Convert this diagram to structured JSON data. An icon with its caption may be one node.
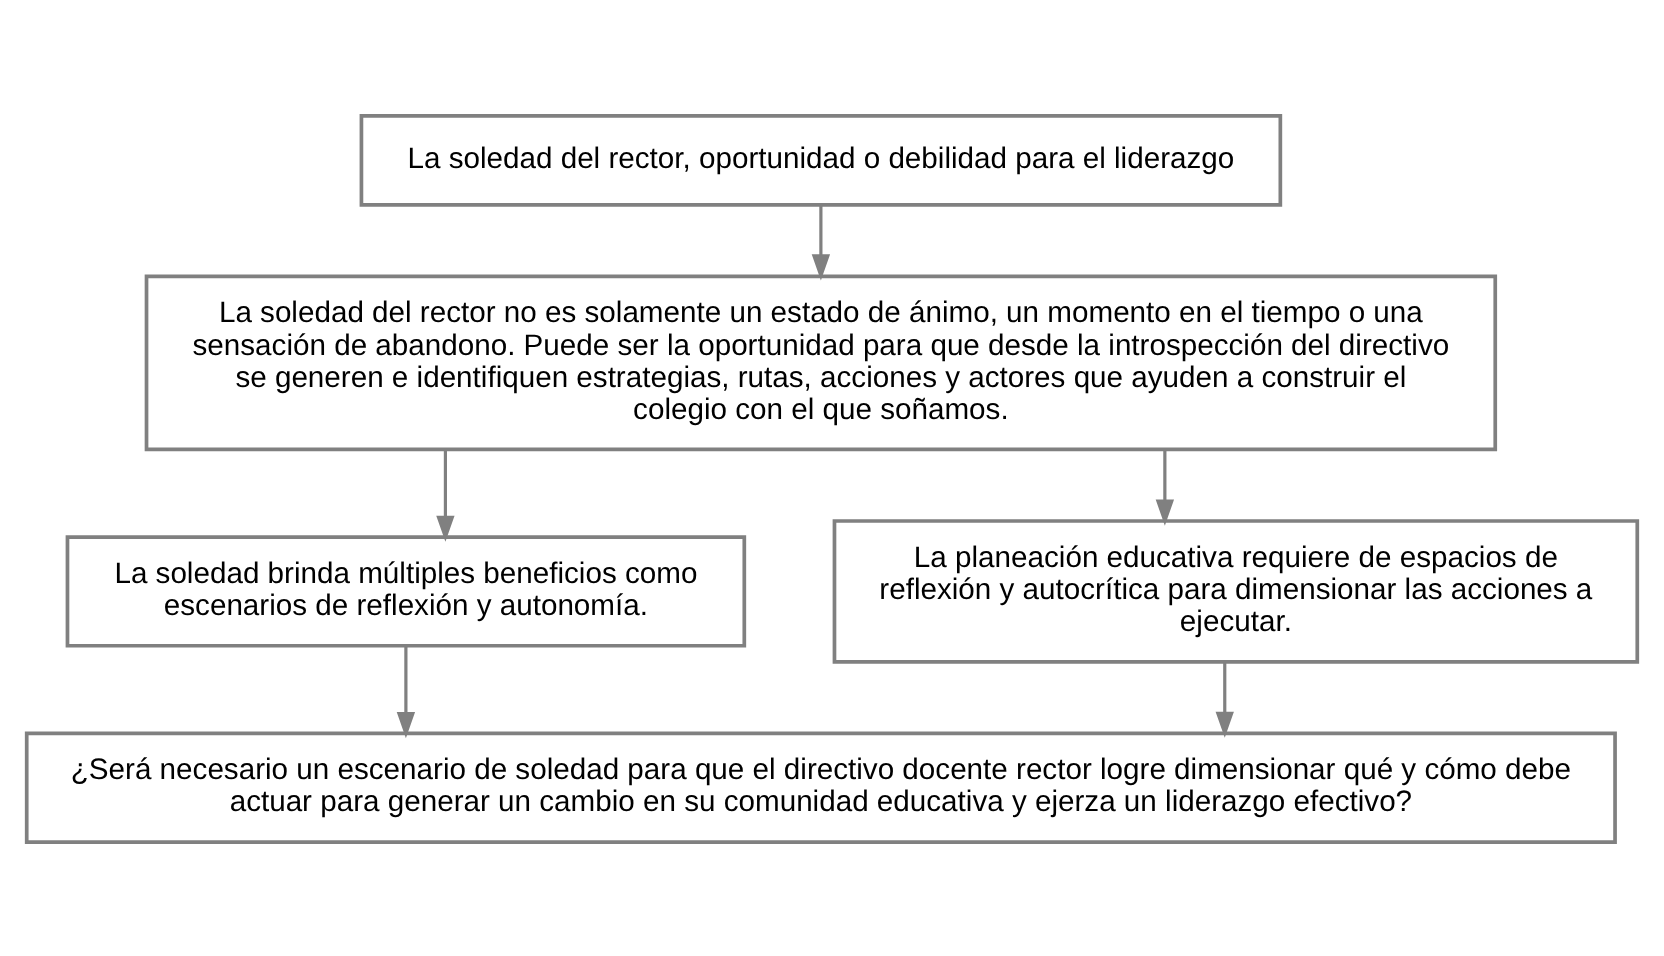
{
  "diagram": {
    "nodes": [
      {
        "text": [
          "La soledad del rector, oportunidad o debilidad para el liderazgo"
        ]
      },
      {
        "text": [
          "La soledad del rector no es solamente un estado de ánimo, un momento en el tiempo o una sensación de abandono. Puede ser la oportunidad para que desde la introspección del directivo se generen e identifiquen estrategias, rutas, acciones y actores que ayuden a construir el colegio con el que soñamos."
        ]
      },
      {
        "text": [
          "La soledad brinda múltiples beneficios como escenarios de reflexión y autonomía."
        ]
      },
      {
        "text": [
          "La planeación educativa requiere de espacios de reflexión y autocrítica para dimensionar las acciones a ejecutar."
        ]
      },
      {
        "text": [
          "¿Será necesario un escenario de soledad para que el directivo docente rector logre dimensionar qué y cómo debe actuar para generar un cambio en su comunidad educativa y ejerza un liderazgo efectivo?"
        ]
      }
    ],
    "edges": [
      {
        "from": 0,
        "to": 1,
        "arrow": "to"
      },
      {
        "from": 1,
        "to": 2,
        "arrow": "to"
      },
      {
        "from": 1,
        "to": 3,
        "arrow": "to"
      },
      {
        "from": 2,
        "to": 4,
        "arrow": "to"
      },
      {
        "from": 3,
        "to": 4,
        "arrow": "to"
      }
    ]
  }
}
